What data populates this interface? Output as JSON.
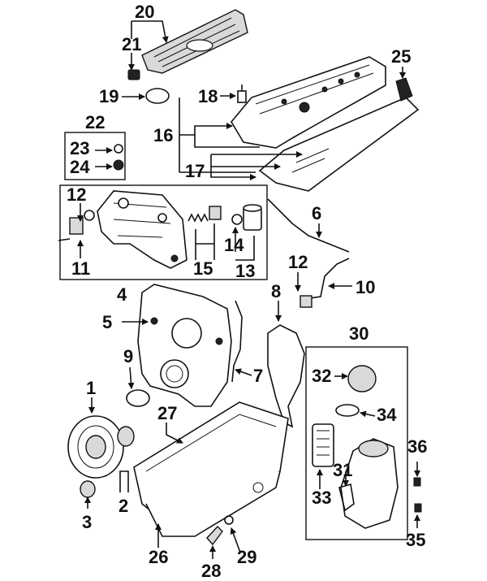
{
  "callouts": {
    "c1": "1",
    "c2": "2",
    "c3": "3",
    "c4": "4",
    "c5": "5",
    "c6": "6",
    "c7": "7",
    "c8": "8",
    "c9": "9",
    "c10": "10",
    "c11": "11",
    "c12a": "12",
    "c12b": "12",
    "c13": "13",
    "c14": "14",
    "c15": "15",
    "c16": "16",
    "c17": "17",
    "c18": "18",
    "c19": "19",
    "c20": "20",
    "c21": "21",
    "c22": "22",
    "c23": "23",
    "c24": "24",
    "c25": "25",
    "c26": "26",
    "c27": "27",
    "c28": "28",
    "c29": "29",
    "c30": "30",
    "c31": "31",
    "c32": "32",
    "c33": "33",
    "c34": "34",
    "c35": "35",
    "c36": "36"
  },
  "colors": {
    "ink": "#111111",
    "paper": "#ffffff",
    "shade": "#d9d9d9"
  }
}
